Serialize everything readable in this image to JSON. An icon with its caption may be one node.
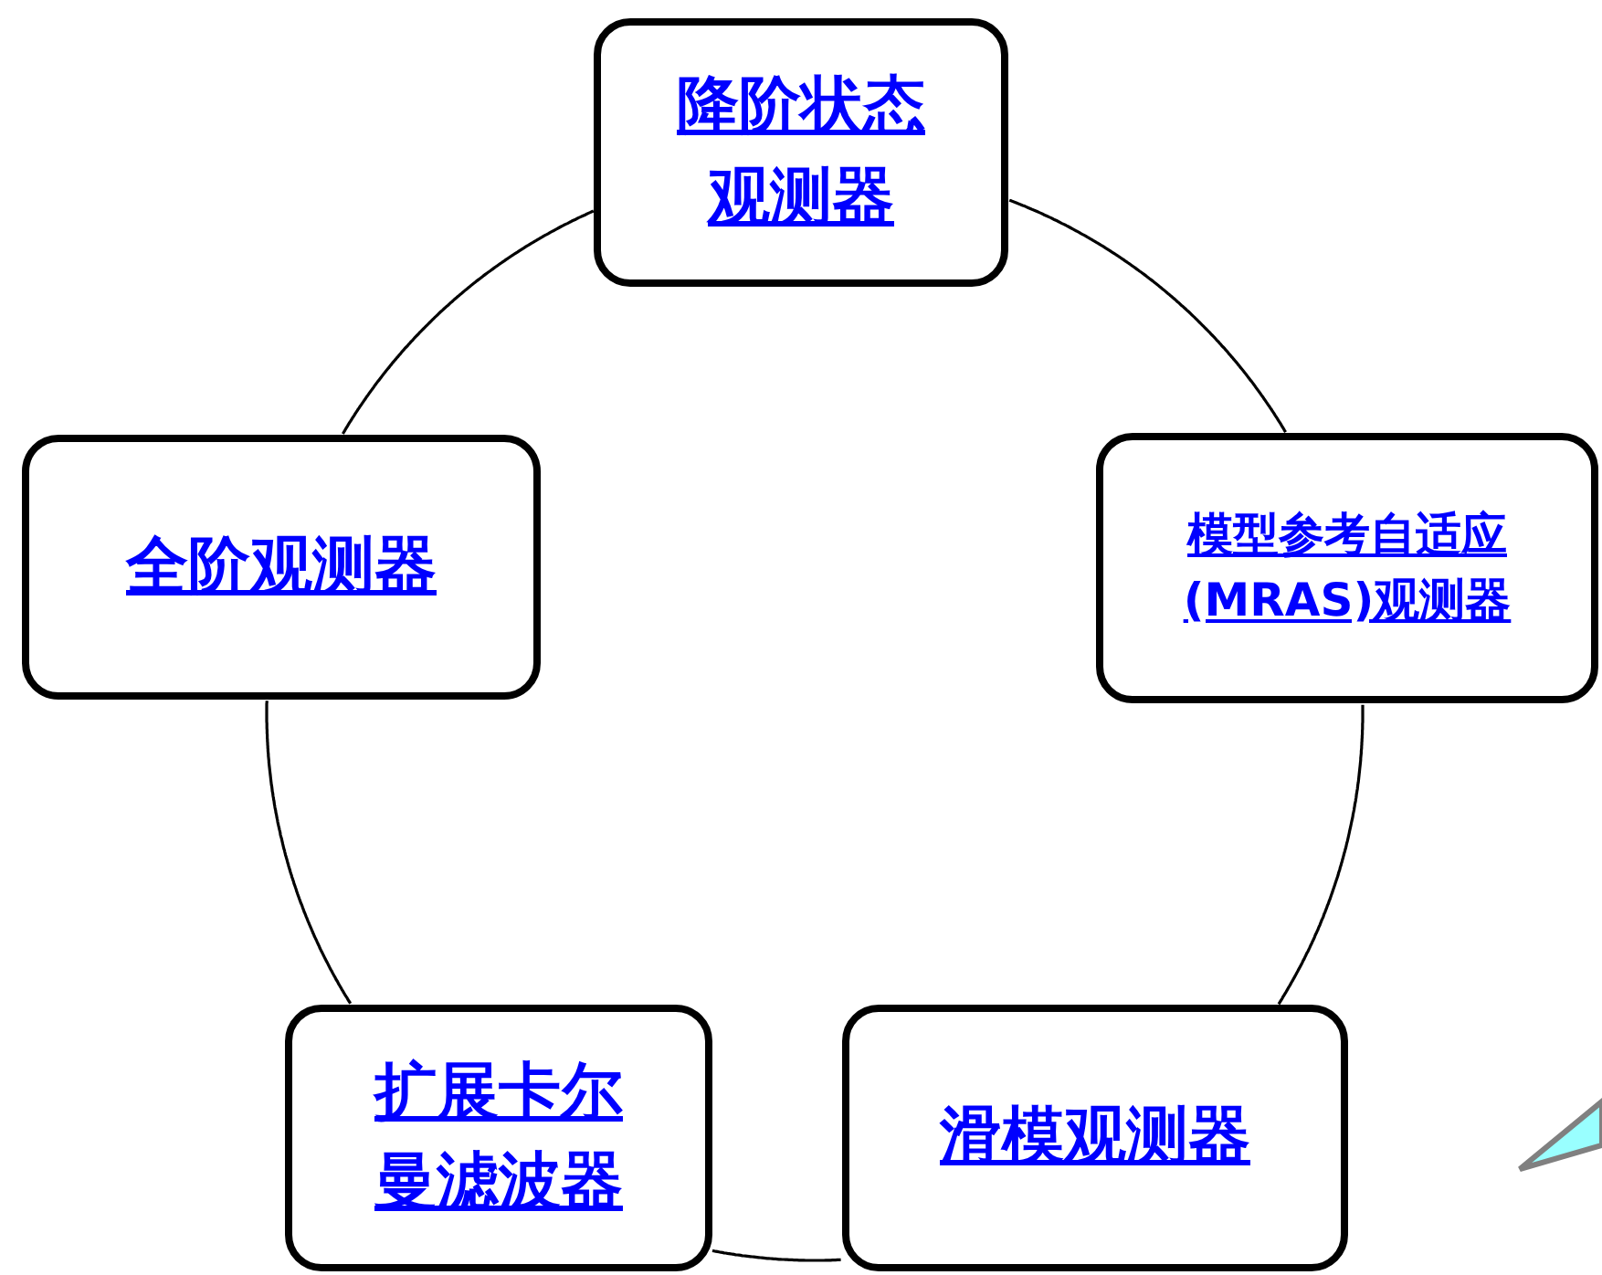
{
  "diagram": {
    "nodes": [
      {
        "text": [
          "降阶状态观测器"
        ]
      },
      {
        "text": [
          "全阶观测器"
        ]
      },
      {
        "text": [
          "模型参考自适应(MRAS)观测器"
        ]
      },
      {
        "text": [
          "扩展卡尔曼滤波器"
        ]
      },
      {
        "text": [
          "滑模观测器"
        ]
      }
    ],
    "edges": [
      {
        "from": 0,
        "to": 2,
        "arrow": "none"
      },
      {
        "from": 2,
        "to": 4,
        "arrow": "none"
      },
      {
        "from": 4,
        "to": 3,
        "arrow": "none"
      },
      {
        "from": 3,
        "to": 1,
        "arrow": "none"
      },
      {
        "from": 1,
        "to": 0,
        "arrow": "none"
      }
    ]
  }
}
